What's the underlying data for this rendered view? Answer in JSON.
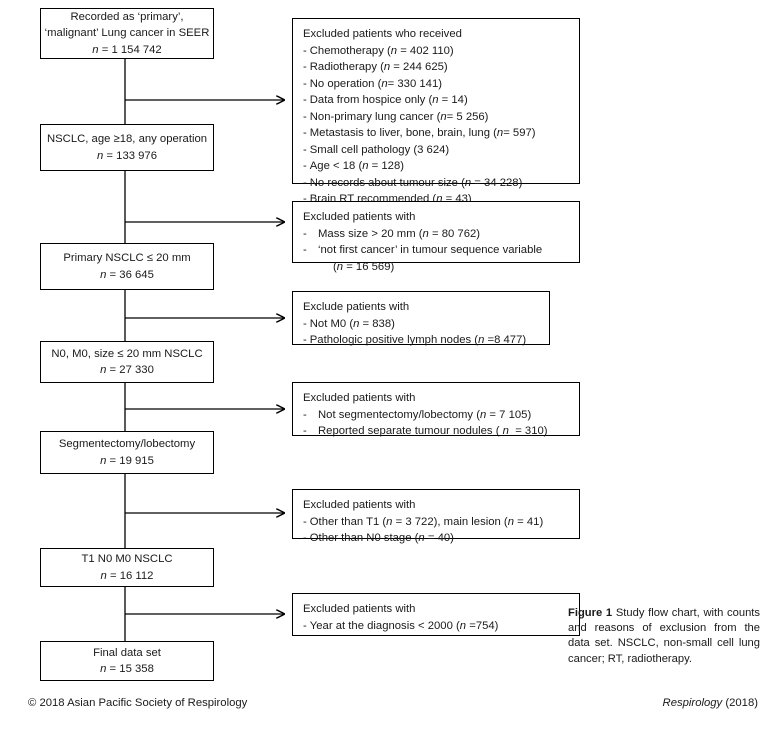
{
  "figure": {
    "caption_label": "Figure 1",
    "caption_text": "Study flow chart, with counts and reasons of exclusion from the data set. NSCLC, non-small cell lung cancer; RT, radiotherapy."
  },
  "footer": {
    "copyright": "© 2018 Asian Pacific Society of Respirology",
    "journal": "Respirology",
    "journal_year": " (2018)"
  },
  "flow": {
    "nodes": [
      {
        "id": "seer-cohort",
        "lines": [
          "Recorded as ‘primary’,",
          "‘malignant’ Lung cancer in SEER",
          "n = 1 154 742"
        ]
      },
      {
        "id": "nsclc-any-operation",
        "lines": [
          "NSCLC, age ≥18, any operation",
          "n = 133 976"
        ]
      },
      {
        "id": "primary-nsclc-20mm",
        "lines": [
          "Primary NSCLC ≤ 20 mm",
          "n = 36 645"
        ]
      },
      {
        "id": "n0-m0-20mm-nsclc",
        "lines": [
          "N0, M0, size ≤ 20 mm NSCLC",
          "n = 27 330"
        ]
      },
      {
        "id": "segmentectomy-lobectomy",
        "lines": [
          "Segmentectomy/lobectomy",
          "n = 19 915"
        ]
      },
      {
        "id": "t1-n0-m0-nsclc",
        "lines": [
          "T1 N0 M0 NSCLC",
          "n = 16 112"
        ]
      },
      {
        "id": "final-data-set",
        "lines": [
          "Final data set",
          "n = 15 358"
        ]
      }
    ],
    "exclusions": [
      {
        "id": "exclusion-treatment",
        "title": "Excluded patients who received",
        "items": [
          "Chemotherapy (n = 402 110)",
          "Radiotherapy (n = 244 625)",
          "No operation (n= 330 141)",
          "Data from hospice only (n = 14)",
          "Non-primary lung cancer (n= 5 256)",
          "Metastasis to liver, bone, brain, lung (n= 597)",
          "Small cell pathology (3 624)",
          "Age < 18 (n = 128)",
          "No records about tumour size (n = 34 228)",
          "Brain RT recommended (n = 43)"
        ]
      },
      {
        "id": "exclusion-size-sequence",
        "title": "Excluded patients with",
        "items": [
          "Mass size > 20 mm (n = 80 762)",
          "‘not first cancer’ in tumour sequence variable (n = 16 569)"
        ]
      },
      {
        "id": "exclusion-stage-nodes",
        "title": "Exclude patients with",
        "items": [
          "Not M0 (n = 838)",
          "Pathologic positive lymph nodes (n =8 477)"
        ]
      },
      {
        "id": "exclusion-surgery-type",
        "title": "Excluded patients with",
        "items": [
          "Not segmentectomy/lobectomy (n = 7 105)",
          "Reported separate tumour nodules ( n  = 310)"
        ]
      },
      {
        "id": "exclusion-tnm",
        "title": "Excluded patients with",
        "items": [
          "Other than T1 (n = 3 722), main lesion (n = 41)",
          "Other than N0 stage (n = 40)"
        ]
      },
      {
        "id": "exclusion-year",
        "title": "Excluded patients with",
        "items": [
          "Year at the diagnosis < 2000 (n =754)"
        ]
      }
    ]
  }
}
